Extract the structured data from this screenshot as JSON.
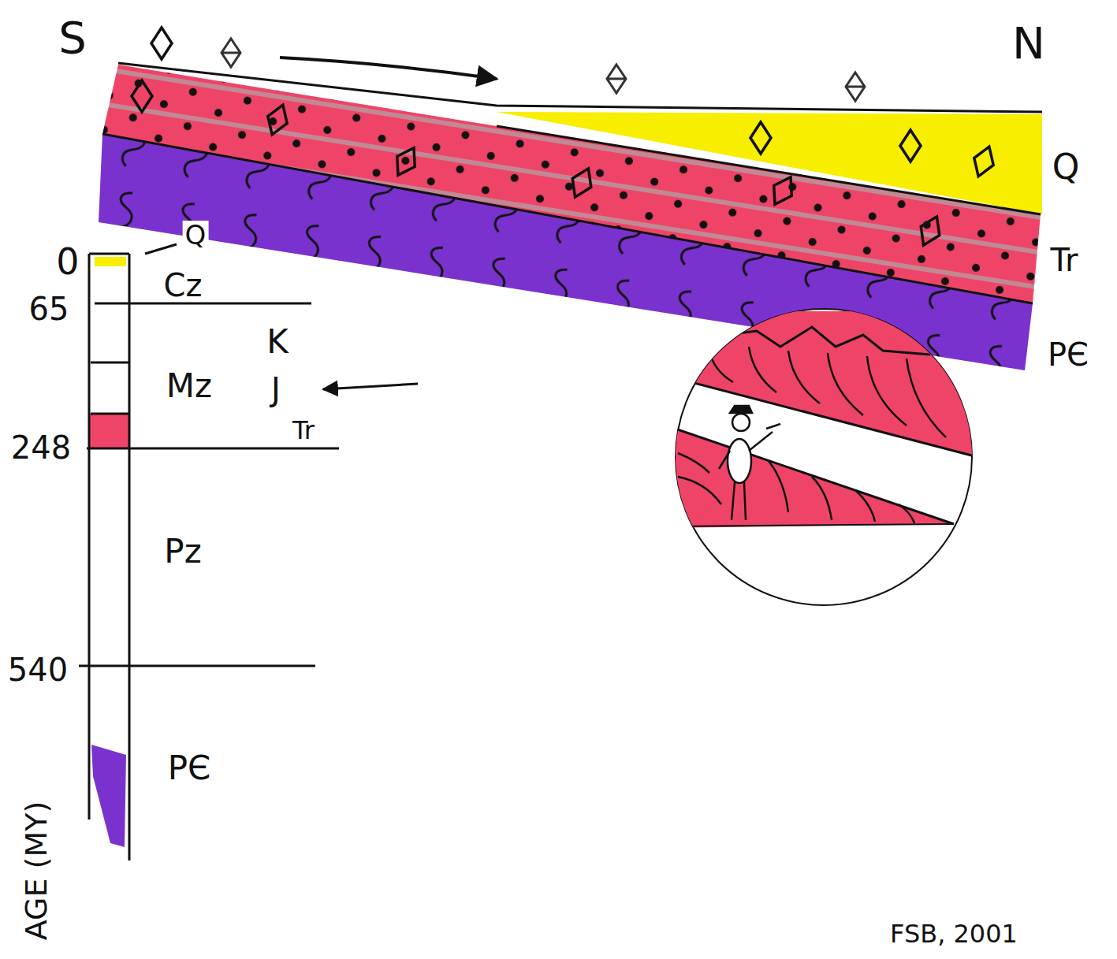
{
  "diagram": {
    "labels": [
      "S",
      "N",
      "Q",
      "Tr",
      "PЄ",
      "Q",
      "0",
      "Cz",
      "65",
      "K",
      "Mz",
      "J",
      "Tr",
      "248",
      "Pz",
      "540",
      "PЄ",
      "AGE (MY)",
      "FSB, 2001"
    ]
  }
}
